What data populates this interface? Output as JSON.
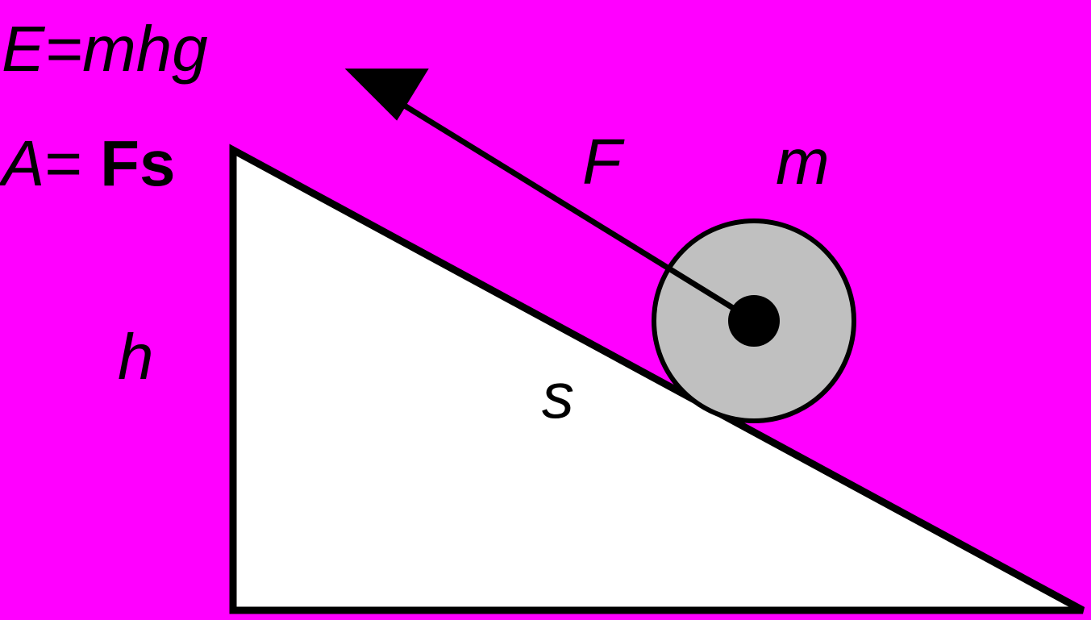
{
  "colors": {
    "background": "#FF00FF",
    "incline_fill": "#FFFFFF",
    "outline": "#000000",
    "wheel_fill": "#C0C0C0"
  },
  "formulas": {
    "energy_E": "E",
    "energy_rest": "=mhg",
    "work_A": "A",
    "work_eq": "=",
    "work_Fs": "Fs"
  },
  "labels": {
    "height": "h",
    "distance": "s",
    "force": "F",
    "mass": "m"
  }
}
